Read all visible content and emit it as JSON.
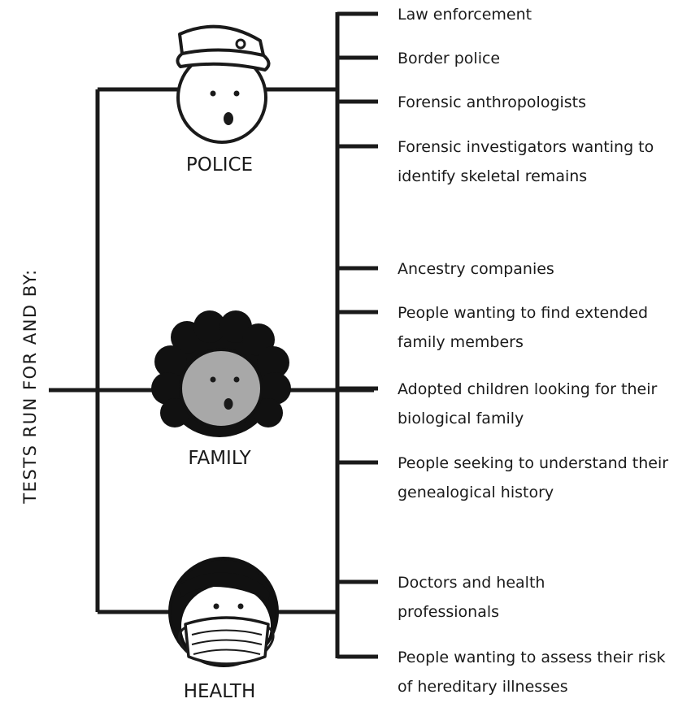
{
  "side_label": "TESTS RUN FOR AND BY:",
  "categories": [
    {
      "name": "POLICE",
      "icon": "police-officer-face-icon",
      "items": [
        [
          "Law enforcement"
        ],
        [
          "Border police"
        ],
        [
          "Forensic anthropologists"
        ],
        [
          "Forensic investigators wanting to",
          "identify skeletal remains"
        ]
      ]
    },
    {
      "name": "FAMILY",
      "icon": "curly-hair-face-icon",
      "items": [
        [
          "Ancestry companies"
        ],
        [
          "People wanting to find extended",
          "family members"
        ],
        [
          "Adopted children looking for their",
          "biological family"
        ],
        [
          "People seeking to understand their",
          "genealogical history"
        ]
      ]
    },
    {
      "name": "HEALTH",
      "icon": "masked-face-icon",
      "items": [
        [
          "Doctors and health",
          "professionals"
        ],
        [
          "People wanting to assess their risk",
          "of hereditary illnesses"
        ]
      ]
    }
  ],
  "colors": {
    "line": "#1a1a1a",
    "family_face": "#a8a8a8",
    "hair": "#111111"
  }
}
